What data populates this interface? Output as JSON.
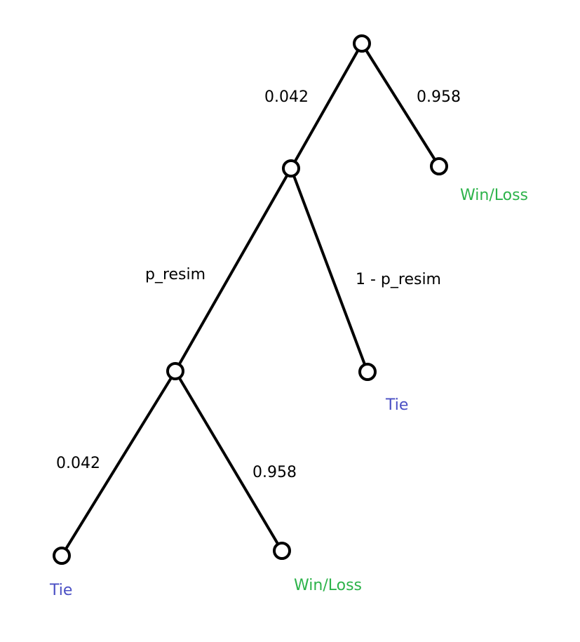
{
  "colors": {
    "tie": "#4a4fc4",
    "win_loss": "#2db34a"
  },
  "nodes": [
    {
      "id": "root"
    },
    {
      "id": "n1"
    },
    {
      "id": "leaf-root-right",
      "label": "Win/Loss",
      "kind": "win_loss"
    },
    {
      "id": "n2"
    },
    {
      "id": "leaf-n1-right",
      "label": "Tie",
      "kind": "tie"
    },
    {
      "id": "leaf-n2-left",
      "label": "Tie",
      "kind": "tie"
    },
    {
      "id": "leaf-n2-right",
      "label": "Win/Loss",
      "kind": "win_loss"
    }
  ],
  "edges": [
    {
      "from": "root",
      "to": "n1",
      "label": "0.042"
    },
    {
      "from": "root",
      "to": "leaf-root-right",
      "label": "0.958"
    },
    {
      "from": "n1",
      "to": "n2",
      "label": "p_resim"
    },
    {
      "from": "n1",
      "to": "leaf-n1-right",
      "label": "1 - p_resim"
    },
    {
      "from": "n2",
      "to": "leaf-n2-left",
      "label": "0.042"
    },
    {
      "from": "n2",
      "to": "leaf-n2-right",
      "label": "0.958"
    }
  ]
}
